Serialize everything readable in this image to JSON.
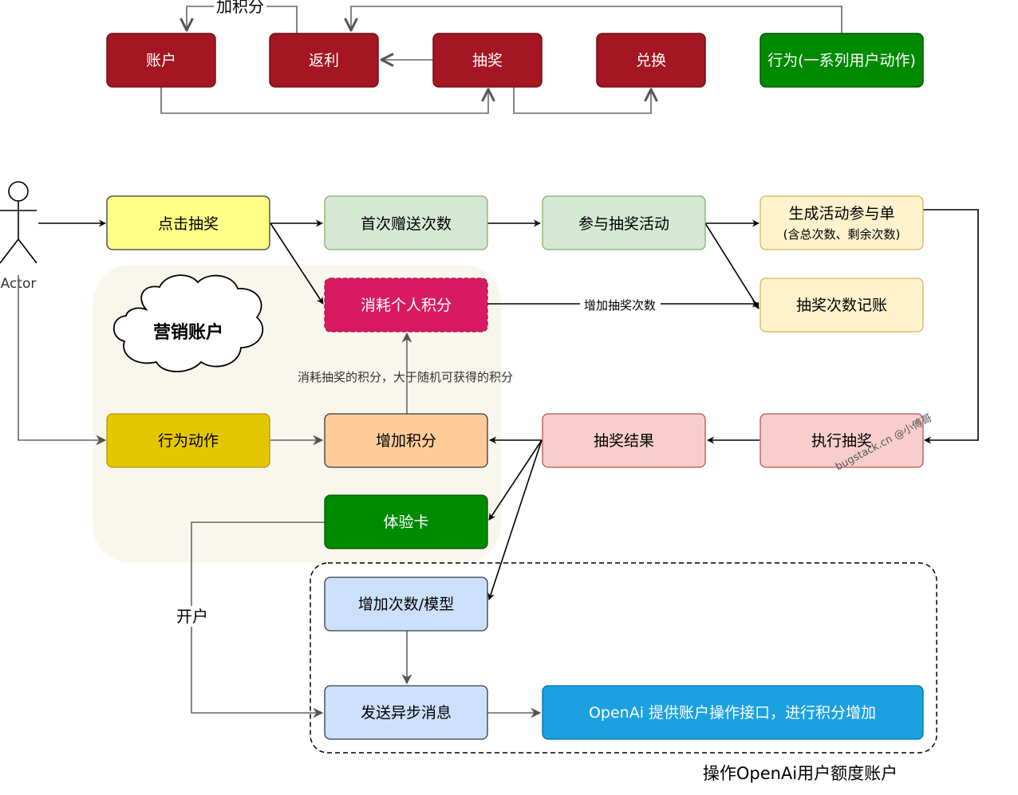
{
  "top_flow": {
    "account": "账户",
    "rebate": "返利",
    "lottery": "抽奖",
    "redeem": "兑换",
    "behavior": "行为(一系列用户动作)",
    "add_points_label": "加积分",
    "colors": {
      "dark_red": "#a31622",
      "green": "#008a00"
    }
  },
  "main_flow": {
    "actor_label": "Actor",
    "marketing_account_cloud": "营销账户",
    "click_lottery": "点击抽奖",
    "first_gift_count": "首次赠送次数",
    "join_activity": "参与抽奖活动",
    "generate_order_line1": "生成活动参与单",
    "generate_order_line2": "(含总次数、剩余次数)",
    "consume_points": "消耗个人积分",
    "count_ledger": "抽奖次数记账",
    "add_count_edge_label": "增加抽奖次数",
    "consume_note": "消耗抽奖的积分，大于随机可获得的积分",
    "behavior_action": "行为动作",
    "add_points": "增加积分",
    "lottery_result": "抽奖结果",
    "execute_lottery": "执行抽奖",
    "experience_card": "体验卡",
    "open_account_label": "开户",
    "add_count_model": "增加次数/模型",
    "send_async_msg": "发送异步消息",
    "openai_interface": "OpenAi 提供账户操作接口，进行积分增加",
    "openai_group_label": "操作OpenAi用户额度账户",
    "watermark": "bugstack.cn @小傅哥"
  }
}
